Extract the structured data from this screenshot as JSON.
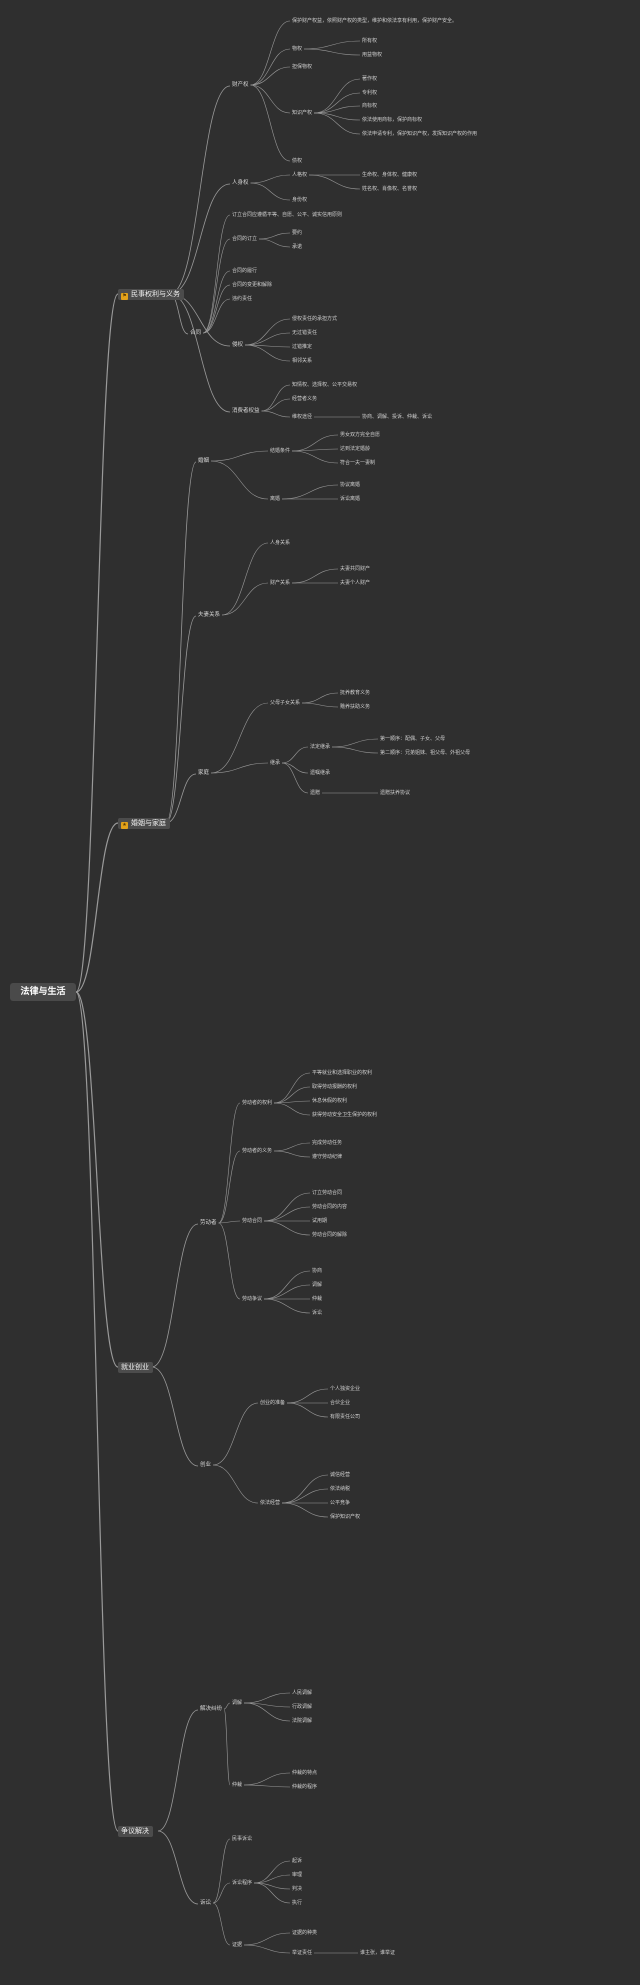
{
  "root": {
    "label": "法律与生活"
  },
  "topics": [
    {
      "label": "民事权利与义务",
      "icon": "flag-icon"
    },
    {
      "label": "婚姻与家庭",
      "icon": "star-icon"
    },
    {
      "label": "就业创业"
    },
    {
      "label": "争议解决"
    }
  ],
  "texts": {
    "t1": "财产权",
    "t2": "保护财产权益，依照财产权的类型，维护和依法享有利用，保护财产安全。",
    "t3": "物权",
    "t4": "所有权",
    "t5": "用益物权",
    "t6": "担保物权",
    "t7": "知识产权",
    "t8": "著作权",
    "t9": "专利权",
    "t10": "商标权",
    "t11": "依法使用商标，保护商标权",
    "t12": "依法申请专利，保护知识产权，发挥知识产权的作用",
    "t13": "债权",
    "t14": "人身权",
    "t15": "人格权",
    "t16": "生命权、身体权、健康权",
    "t17": "姓名权、肖像权、名誉权",
    "t18": "身份权",
    "t19": "合同",
    "t20": "订立合同应遵循平等、自愿、公平、诚实信用原则",
    "t21": "合同的订立",
    "t22": "要约",
    "t23": "承诺",
    "t24": "合同的履行",
    "t25": "合同的变更和解除",
    "t26": "违约责任",
    "t27": "侵权",
    "t28": "侵权责任的承担方式",
    "t29": "无过错责任",
    "t30": "过错推定",
    "t31": "相邻关系",
    "t32": "消费者权益",
    "t33": "知情权、选择权、公平交易权",
    "t34": "经营者义务",
    "t35": "维权途径",
    "t36": "协商、调解、投诉、仲裁、诉讼",
    "t37": "婚姻",
    "t38": "结婚条件",
    "t39": "男女双方完全自愿",
    "t40": "达到法定婚龄",
    "t41": "符合一夫一妻制",
    "t42": "离婚",
    "t43": "协议离婚",
    "t44": "诉讼离婚",
    "t45": "夫妻关系",
    "t46": "人身关系",
    "t47": "财产关系",
    "t48": "夫妻共同财产",
    "t49": "夫妻个人财产",
    "t50": "家庭",
    "t51": "父母子女关系",
    "t52": "抚养教育义务",
    "t53": "赡养扶助义务",
    "t54": "继承",
    "t55": "法定继承",
    "t56": "第一顺序：配偶、子女、父母",
    "t57": "第二顺序：兄弟姐妹、祖父母、外祖父母",
    "t58": "遗嘱继承",
    "t59": "遗赠",
    "t60": "遗赠扶养协议",
    "t61": "劳动者",
    "t62": "劳动者的权利",
    "t63": "平等就业和选择职业的权利",
    "t64": "取得劳动报酬的权利",
    "t65": "休息休假的权利",
    "t66": "获得劳动安全卫生保护的权利",
    "t67": "劳动者的义务",
    "t68": "完成劳动任务",
    "t69": "遵守劳动纪律",
    "t70": "劳动合同",
    "t71": "订立劳动合同",
    "t72": "劳动合同的内容",
    "t73": "试用期",
    "t74": "劳动合同的解除",
    "t75": "劳动争议",
    "t76": "协商",
    "t77": "调解",
    "t78": "仲裁",
    "t79": "诉讼",
    "t80": "创业",
    "t81": "创业的准备",
    "t82": "个人独资企业",
    "t83": "合伙企业",
    "t84": "有限责任公司",
    "t85": "依法经营",
    "t86": "诚信经营",
    "t87": "依法纳税",
    "t88": "公平竞争",
    "t89": "保护知识产权",
    "t90": "解决纠纷",
    "t91": "调解",
    "t92": "人民调解",
    "t93": "行政调解",
    "t94": "法院调解",
    "t95": "仲裁",
    "t96": "仲裁的特点",
    "t97": "仲裁的程序",
    "t98": "诉讼",
    "t99": "民事诉讼",
    "t100": "诉讼程序",
    "t101": "起诉",
    "t102": "审理",
    "t103": "判决",
    "t104": "执行",
    "t105": "证据",
    "t106": "证据的种类",
    "t107": "举证责任",
    "t108": "谁主张，谁举证"
  }
}
